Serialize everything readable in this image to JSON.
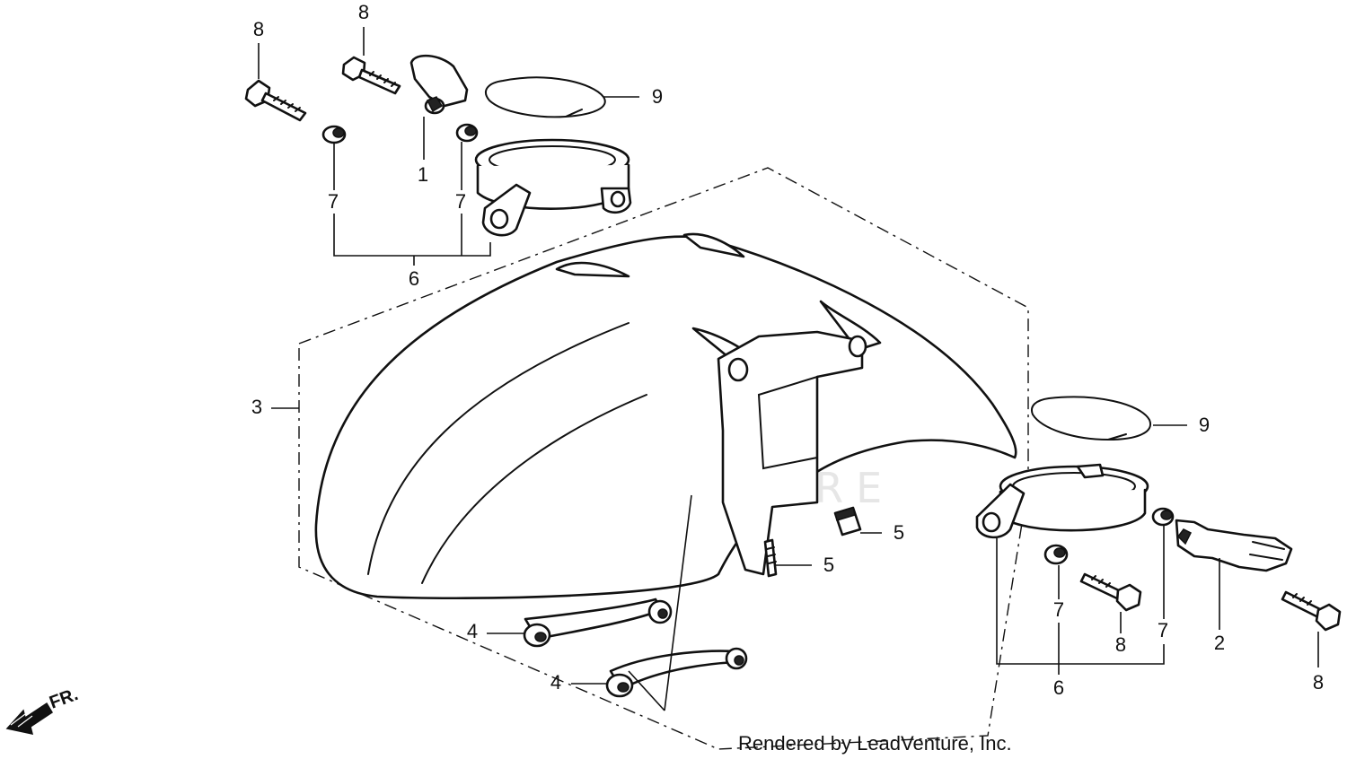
{
  "diagram": {
    "callouts": [
      {
        "id": "c8a",
        "label": "8"
      },
      {
        "id": "c8b",
        "label": "8"
      },
      {
        "id": "c9a",
        "label": "9"
      },
      {
        "id": "c1",
        "label": "1"
      },
      {
        "id": "c7a",
        "label": "7"
      },
      {
        "id": "c7b",
        "label": "7"
      },
      {
        "id": "c6a",
        "label": "6"
      },
      {
        "id": "c3",
        "label": "3"
      },
      {
        "id": "c9b",
        "label": "9"
      },
      {
        "id": "c5a",
        "label": "5"
      },
      {
        "id": "c5b",
        "label": "5"
      },
      {
        "id": "c4a",
        "label": "4"
      },
      {
        "id": "c4b",
        "label": "4"
      },
      {
        "id": "c7c",
        "label": "7"
      },
      {
        "id": "c8c",
        "label": "8"
      },
      {
        "id": "c7d",
        "label": "7"
      },
      {
        "id": "c2",
        "label": "2"
      },
      {
        "id": "c6b",
        "label": "6"
      },
      {
        "id": "c8d",
        "label": "8"
      }
    ],
    "direction_label": "FR.",
    "watermark_text": "LEADVENTURE",
    "credit": "Rendered by LeadVenture, Inc."
  }
}
